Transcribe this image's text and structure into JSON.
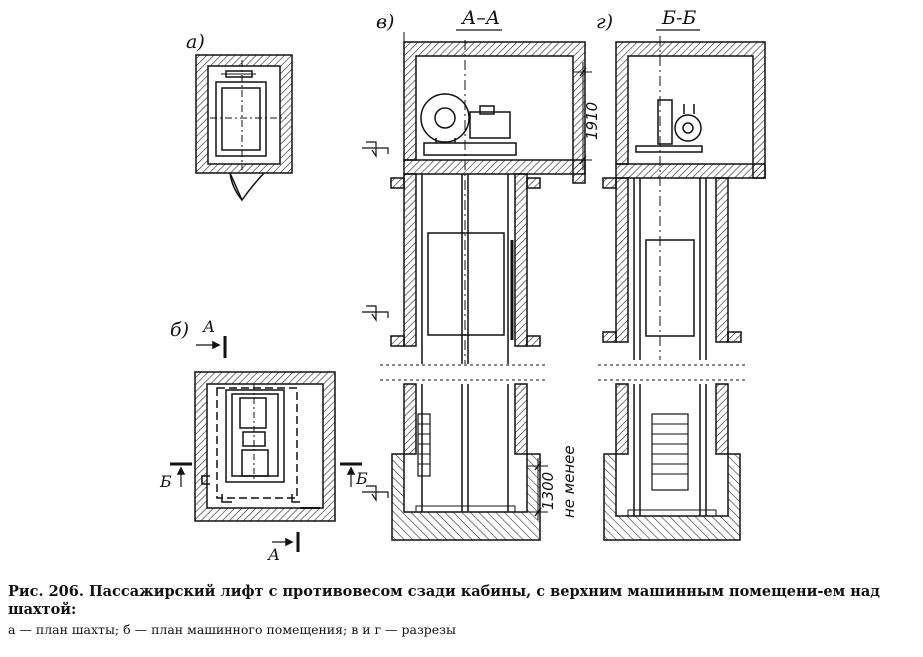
{
  "figure": {
    "labels": {
      "a": "а)",
      "b": "б)",
      "v": "в)",
      "g": "г)",
      "section_aa": "А–А",
      "section_bb": "Б-Б",
      "cut_a": "А",
      "cut_b": "Б"
    },
    "dimensions": {
      "machine_room_height": "1910",
      "pit_depth": "1300",
      "pit_note": "не менее"
    }
  },
  "caption": {
    "title": "Рис. 206. Пассажирский лифт с противовесом сзади кабины, с верхним машинным помещени-ем над шахтой:",
    "legend": "а — план шахты; б — план машинного помещения; в и г — разрезы"
  }
}
